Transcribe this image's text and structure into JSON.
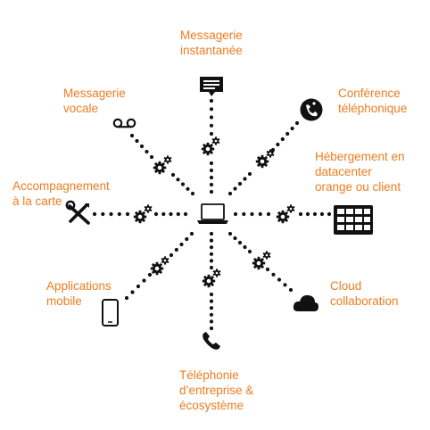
{
  "accent_color": "#ee7c20",
  "center": {
    "icon": "laptop-icon"
  },
  "services": [
    {
      "id": "messagerie-instantanee",
      "icon": "chat-icon",
      "lines": [
        "Messagerie",
        "instantanée"
      ]
    },
    {
      "id": "conference-telephonique",
      "icon": "conference-icon",
      "lines": [
        "Conférence",
        "téléphonique"
      ]
    },
    {
      "id": "hebergement",
      "icon": "server-rack-icon",
      "lines": [
        "Hébergement en",
        "datacenter",
        "orange ou client"
      ]
    },
    {
      "id": "cloud-collaboration",
      "icon": "cloud-icon",
      "lines": [
        "Cloud",
        "collaboration"
      ]
    },
    {
      "id": "telephonie",
      "icon": "phone-icon",
      "lines": [
        "Téléphonie",
        "d’entreprise &",
        "écosystème"
      ]
    },
    {
      "id": "applications-mobile",
      "icon": "smartphone-icon",
      "lines": [
        "Applications",
        "mobile"
      ]
    },
    {
      "id": "accompagnement",
      "icon": "tools-icon",
      "lines": [
        "Accompagnement",
        "à la carte"
      ]
    },
    {
      "id": "messagerie-vocale",
      "icon": "voicemail-icon",
      "lines": [
        "Messagerie",
        "vocale"
      ]
    }
  ]
}
